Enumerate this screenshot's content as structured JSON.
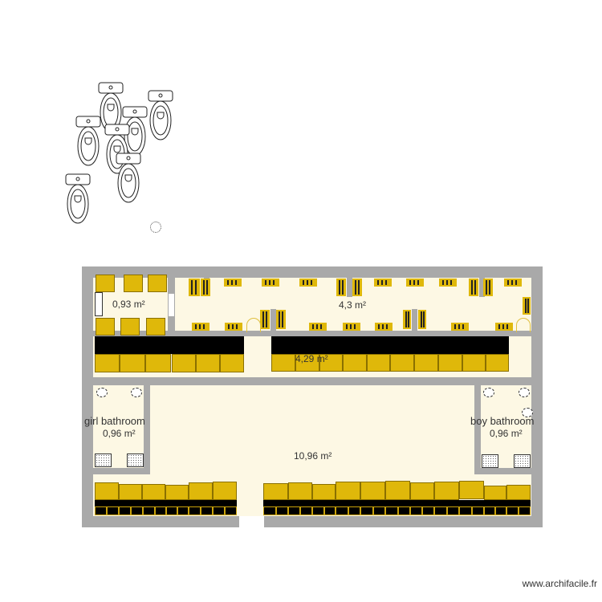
{
  "plan": {
    "rooms": [
      {
        "id": "room-small-office",
        "area": "0,93 m²"
      },
      {
        "id": "room-upper-corridor",
        "area": "4,3 m²"
      },
      {
        "id": "room-desk-row",
        "area": "4,29 m²"
      },
      {
        "id": "room-girl-bathroom",
        "name": "girl bathroom",
        "area": "0,96 m²"
      },
      {
        "id": "room-boy-bathroom",
        "name": "boy bathroom",
        "area": "0,96 m²"
      },
      {
        "id": "room-main-hall",
        "area": "10,96 m²"
      }
    ],
    "colors": {
      "wall": "#a9a9a9",
      "floor": "#fdf8e4",
      "furniture": "#dfb80a",
      "furniture_dark": "#000000"
    }
  },
  "footer": {
    "watermark": "www.archifacile.fr"
  }
}
